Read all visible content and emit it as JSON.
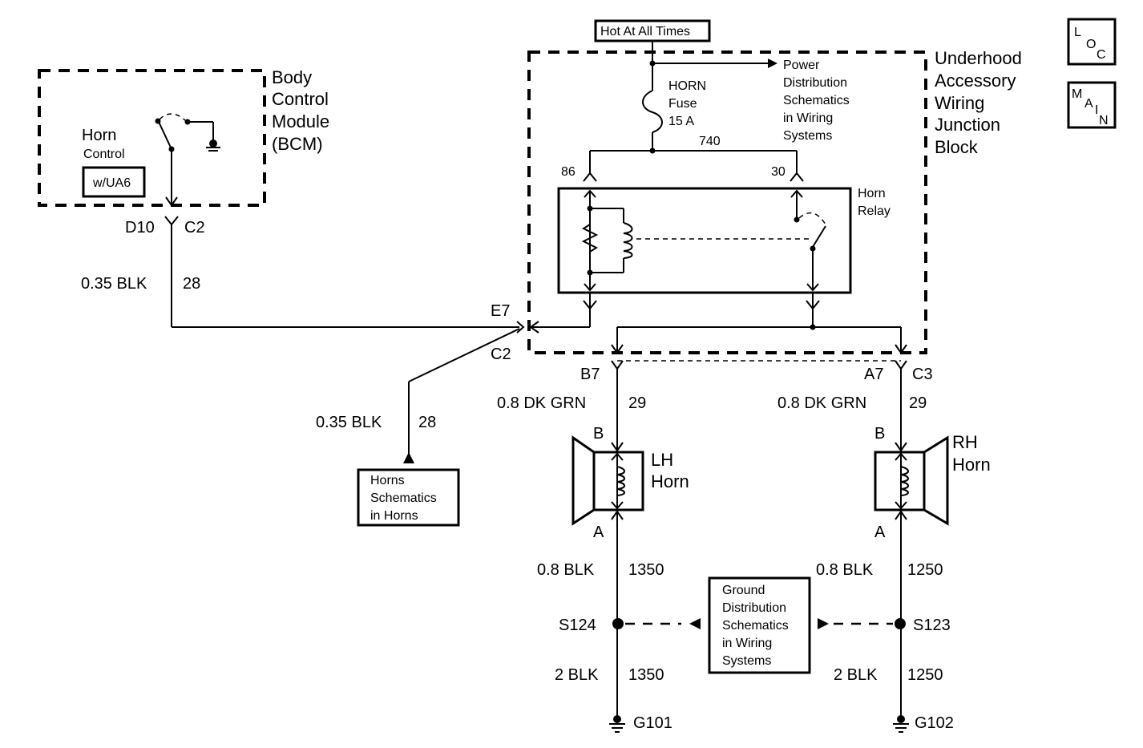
{
  "navigation": {
    "loc_button": [
      "L",
      "O",
      "C"
    ],
    "main_button": [
      "M",
      "A",
      "I",
      "N"
    ]
  },
  "power": {
    "hot_label": "Hot At All Times",
    "power_dist_ref": [
      "Power",
      "Distribution",
      "Schematics",
      "in Wiring",
      "Systems"
    ],
    "fuse_label": [
      "HORN",
      "Fuse",
      "15 A"
    ],
    "circuit_740": "740"
  },
  "junction_block": {
    "title": [
      "Underhood",
      "Accessory",
      "Wiring",
      "Junction",
      "Block"
    ],
    "relay_title": [
      "Horn",
      "Relay"
    ],
    "terminal_86": "86",
    "terminal_30": "30"
  },
  "bcm": {
    "title": [
      "Body",
      "Control",
      "Module",
      "(BCM)"
    ],
    "horn_label": "Horn",
    "control_label": "Control",
    "option_label": "w/UA6",
    "pin": "D10",
    "connector": "C2"
  },
  "wires": {
    "bcm_wire_size": "0.35 BLK",
    "bcm_wire_circuit": "28",
    "e7_pin": "E7",
    "e7_connector": "C2",
    "horns_wire_size": "0.35 BLK",
    "horns_wire_circuit": "28",
    "horns_ref": [
      "Horns",
      "Schematics",
      "in Horns"
    ],
    "b7_pin": "B7",
    "a7_pin": "A7",
    "c3_connector": "C3",
    "lh_feed_size": "0.8 DK GRN",
    "lh_feed_circuit": "29",
    "rh_feed_size": "0.8 DK GRN",
    "rh_feed_circuit": "29"
  },
  "horns": {
    "lh_label": [
      "LH",
      "Horn"
    ],
    "rh_label": [
      "RH",
      "Horn"
    ],
    "lh_pin_b": "B",
    "lh_pin_a": "A",
    "rh_pin_b": "B",
    "rh_pin_a": "A"
  },
  "grounds": {
    "lh_ground_wire_size": "0.8 BLK",
    "lh_ground_wire_circuit": "1350",
    "rh_ground_wire_size": "0.8 BLK",
    "rh_ground_wire_circuit": "1250",
    "lh_splice": "S124",
    "rh_splice": "S123",
    "lh_lower_wire_size": "2 BLK",
    "lh_lower_wire_circuit": "1350",
    "rh_lower_wire_size": "2 BLK",
    "rh_lower_wire_circuit": "1250",
    "lh_ground": "G101",
    "rh_ground": "G102",
    "ground_ref": [
      "Ground",
      "Distribution",
      "Schematics",
      "in Wiring",
      "Systems"
    ]
  }
}
